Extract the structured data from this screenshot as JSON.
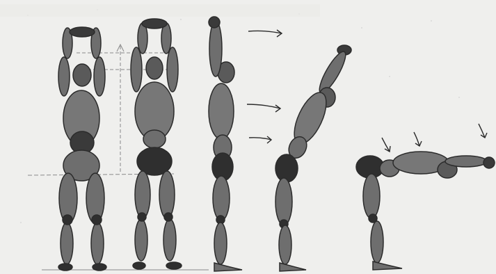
{
  "scene": {
    "subject": "illustration",
    "palette": {
      "paper": "#efefed",
      "ink": "#2b2b2b",
      "body_fill": "#6d6d6d",
      "joint_fill": "#2f2f2f",
      "guide_line": "#8a8a8a"
    },
    "figures": [
      {
        "pose": "standing-back-view-arms-raised"
      },
      {
        "pose": "standing-front-view-arms-raised"
      },
      {
        "pose": "side-view-arms-raised"
      },
      {
        "pose": "side-view-back-arch"
      },
      {
        "pose": "forward-bend-torso-horizontal"
      }
    ],
    "arrow_count": 6
  }
}
